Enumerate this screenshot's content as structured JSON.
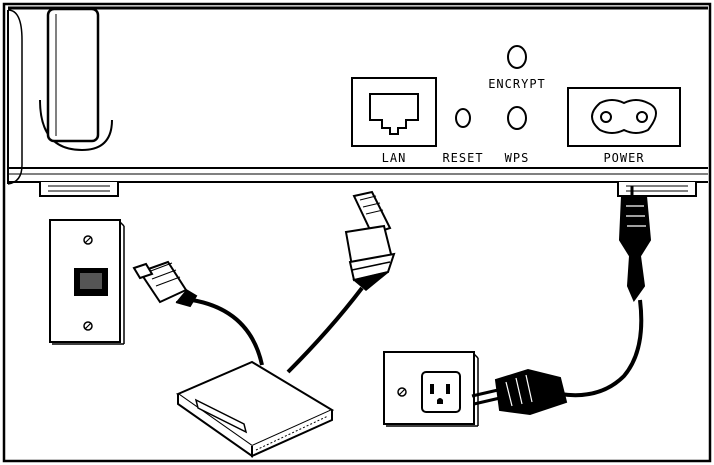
{
  "device": {
    "ports": {
      "lan": "LAN",
      "reset": "RESET",
      "wps": "WPS",
      "encrypt": "ENCRYPT",
      "power": "POWER"
    }
  },
  "colors": {
    "line": "#000000",
    "background": "#ffffff"
  },
  "icons": {
    "antenna": "antenna-icon",
    "wall_jack": "ethernet-wall-jack-icon",
    "modem": "modem-icon",
    "power_outlet": "power-outlet-icon",
    "ethernet_plug": "rj45-plug-icon",
    "power_plug": "power-plug-icon"
  }
}
